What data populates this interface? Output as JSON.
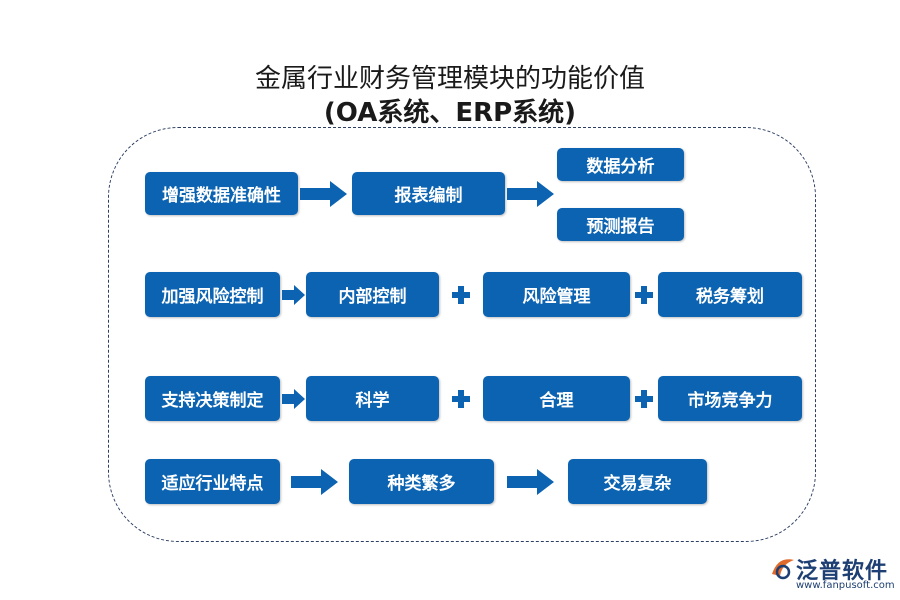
{
  "title": {
    "line1": "金属行业财务管理模块的功能价值",
    "line2": "(OA系统、ERP系统)"
  },
  "rows": {
    "row1": {
      "start": "增强数据准确性",
      "middle": "报表编制",
      "end_top": "数据分析",
      "end_bottom": "预测报告"
    },
    "row2": {
      "start": "加强风险控制",
      "items": [
        "内部控制",
        "风险管理",
        "税务筹划"
      ]
    },
    "row3": {
      "start": "支持决策制定",
      "items": [
        "科学",
        "合理",
        "市场竞争力"
      ]
    },
    "row4": {
      "start": "适应行业特点",
      "items": [
        "种类繁多",
        "交易复杂"
      ]
    }
  },
  "logo": {
    "name": "泛普软件",
    "url": "www.fanpusoft.com"
  },
  "colors": {
    "box": "#0b63b1",
    "frame": "#2d3e63",
    "logo": "#1d3f73"
  }
}
